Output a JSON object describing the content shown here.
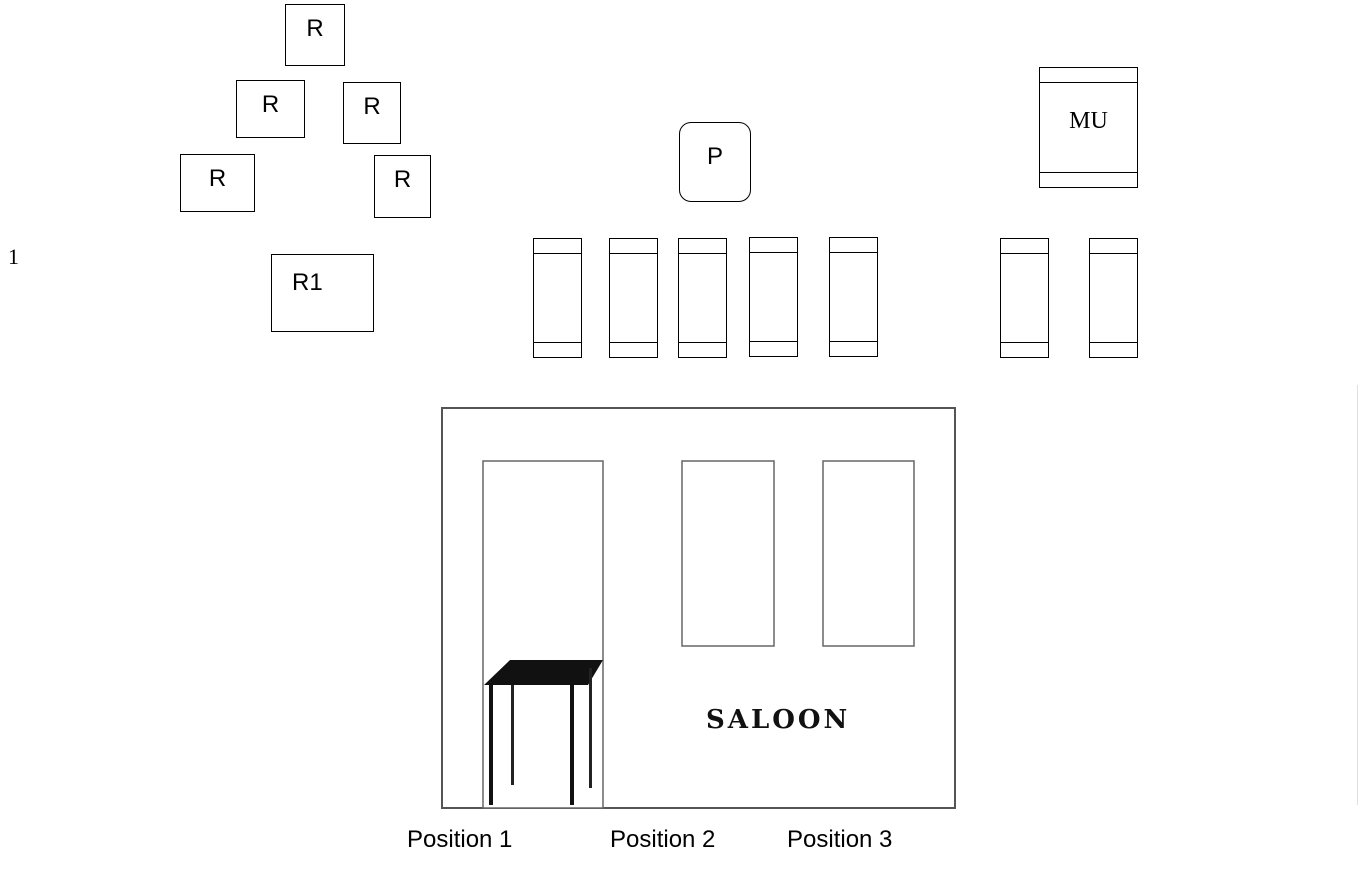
{
  "side_number": "1",
  "row_boxes": [
    {
      "label": "R"
    },
    {
      "label": "R"
    },
    {
      "label": "R"
    },
    {
      "label": "R"
    },
    {
      "label": "R"
    }
  ],
  "r1_box": {
    "label": "R1"
  },
  "p_box": {
    "label": "P"
  },
  "mu_box": {
    "label": "MU"
  },
  "building": {
    "sign": "SALOON"
  },
  "position_labels": [
    "Position 1",
    "Position 2",
    "Position 3"
  ]
}
